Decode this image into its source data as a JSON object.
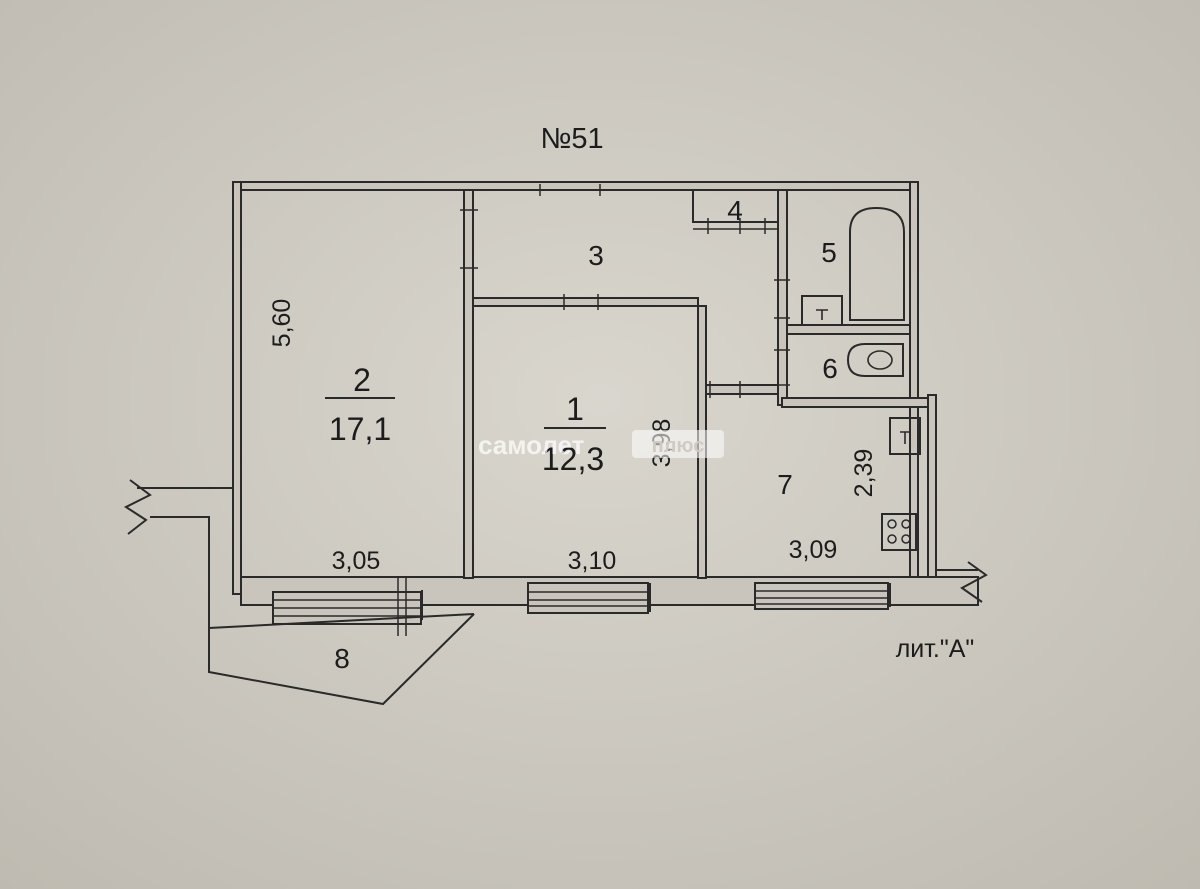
{
  "title": "№51",
  "litera": "лит.\"А\"",
  "watermark": {
    "brand": "самолет",
    "badge": "плюс"
  },
  "rooms": [
    {
      "number": "1",
      "area": "12,3"
    },
    {
      "number": "2",
      "area": "17,1"
    },
    {
      "number": "3"
    },
    {
      "number": "4"
    },
    {
      "number": "5"
    },
    {
      "number": "6"
    },
    {
      "number": "7"
    },
    {
      "number": "8"
    }
  ],
  "dimensions": {
    "room2_length": "5,60",
    "room2_width": "3,05",
    "room1_width": "3,10",
    "room1_length": "3,98",
    "room7_width": "3,09",
    "room7_length": "2,39"
  },
  "colors": {
    "paper": "#cfcbc2",
    "ink": "#2a2a2a",
    "watermark": "#ffffff"
  }
}
